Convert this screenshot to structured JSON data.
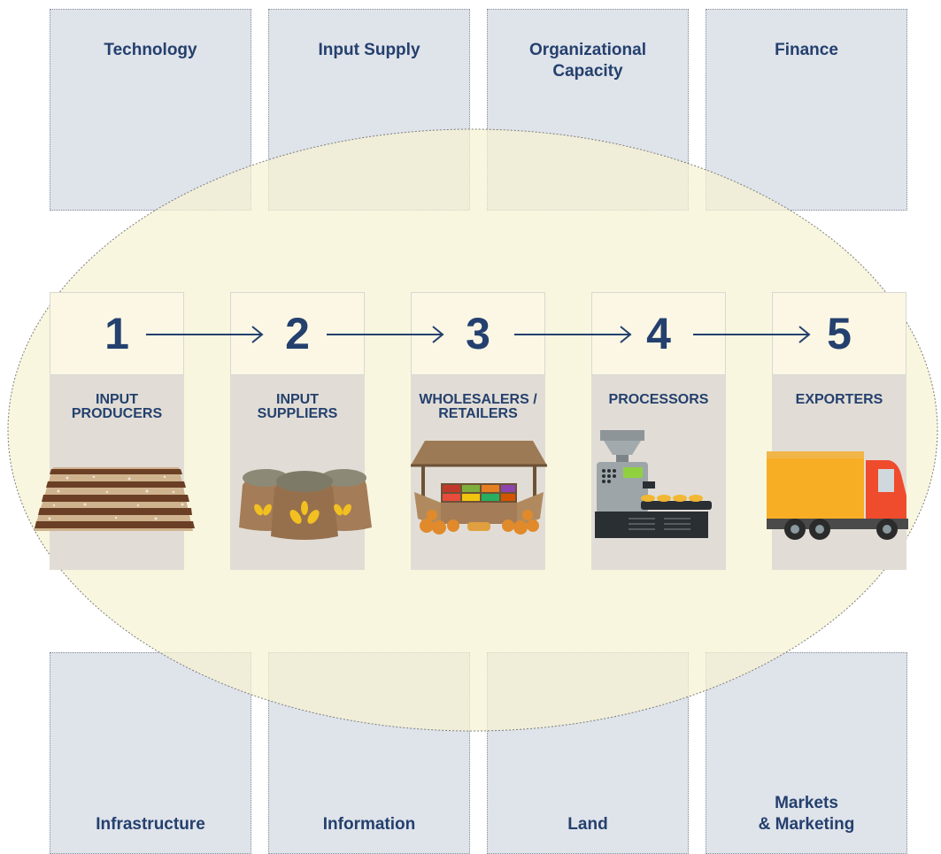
{
  "top_factors": [
    "Technology",
    "Input Supply",
    "Organizational\nCapacity",
    "Finance"
  ],
  "bottom_factors": [
    "Infrastructure",
    "Information",
    "Land",
    "Markets\n& Marketing"
  ],
  "stages": [
    {
      "number": "1",
      "label": "INPUT\nPRODUCERS",
      "icon": "plowed-field-icon"
    },
    {
      "number": "2",
      "label": "INPUT\nSUPPLIERS",
      "icon": "seed-sacks-icon"
    },
    {
      "number": "3",
      "label": "WHOLESALERS /\nRETAILERS",
      "icon": "market-stall-icon"
    },
    {
      "number": "4",
      "label": "PROCESSORS",
      "icon": "processing-machine-icon"
    },
    {
      "number": "5",
      "label": "EXPORTERS",
      "icon": "delivery-truck-icon"
    }
  ],
  "colors": {
    "text": "#24406e",
    "factor_box": "#dfe3ea",
    "oval_fill": "#f7f3d2",
    "stage_header": "#fbf7e4",
    "stage_body": "#e1ddd6"
  }
}
